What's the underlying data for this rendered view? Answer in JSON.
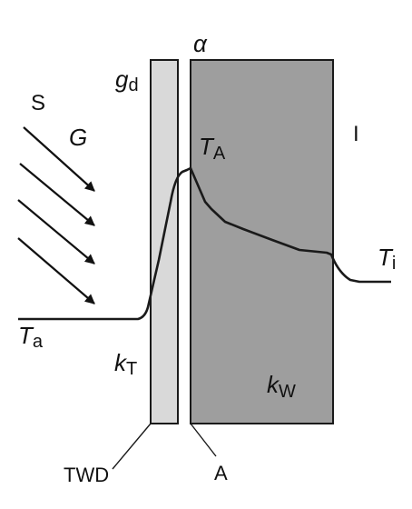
{
  "diagram": {
    "colors": {
      "glass_pane": "#d9d9d9",
      "wall": "#9e9e9e",
      "outline": "#1a1a1a",
      "ink": "#111111"
    },
    "symbols": {
      "alpha": "α",
      "g_main": "g",
      "g_sub": "d",
      "radiation_s": "S",
      "radiation_g": "G",
      "t_absorber_main": "T",
      "t_absorber_sub": "A",
      "interior_marker": "I",
      "t_interior_main": "T",
      "t_interior_sub": "i",
      "t_ambient_main": "T",
      "t_ambient_sub": "a",
      "k_t_main": "k",
      "k_t_sub": "T",
      "k_w_main": "k",
      "k_w_sub": "W"
    },
    "callouts": {
      "twd": "TWD",
      "absorber": "A"
    }
  }
}
